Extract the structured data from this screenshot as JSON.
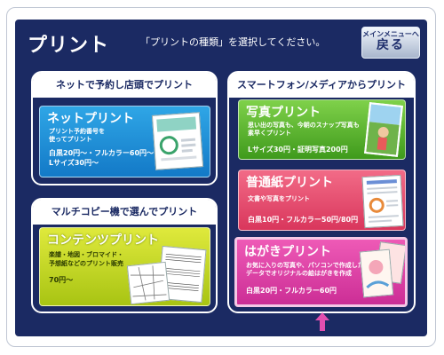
{
  "header": {
    "title": "プリント",
    "instruction": "「プリントの種類」を選択してください。",
    "back_small": "メインメニューへ",
    "back_big": "戻る"
  },
  "left_panel_top": {
    "heading": "ネットで予約し店頭でプリント",
    "card": {
      "title": "ネットプリント",
      "desc_1": "プリント予約番号を",
      "desc_2": "使ってプリント",
      "price_1": "白黒20円〜・フルカラー60円〜",
      "price_2": "Lサイズ30円〜"
    }
  },
  "left_panel_bottom": {
    "heading": "マルチコピー機で選んでプリント",
    "card": {
      "title": "コンテンツプリント",
      "desc_1": "楽譜・地図・ブロマイド・",
      "desc_2": "予想紙などのプリント販売",
      "price_1": "70円〜"
    }
  },
  "right_panel": {
    "heading": "スマートフォン/メディアからプリント",
    "photo": {
      "title": "写真プリント",
      "desc_1": "思い出の写真も、今朝のスナップ写真も",
      "desc_2": "素早くプリント",
      "price_1": "Lサイズ30円・証明写真200円"
    },
    "plain": {
      "title": "普通紙プリント",
      "desc_1": "文書や写真をプリント",
      "price_1": "白黒10円・フルカラー50円/80円"
    },
    "postcard": {
      "title": "はがきプリント",
      "desc_1": "お気に入りの写真や、パソコンで作成した",
      "desc_2": "データでオリジナルの絵はがきを作成",
      "price_1": "白黒20円・フルカラー60円"
    }
  }
}
